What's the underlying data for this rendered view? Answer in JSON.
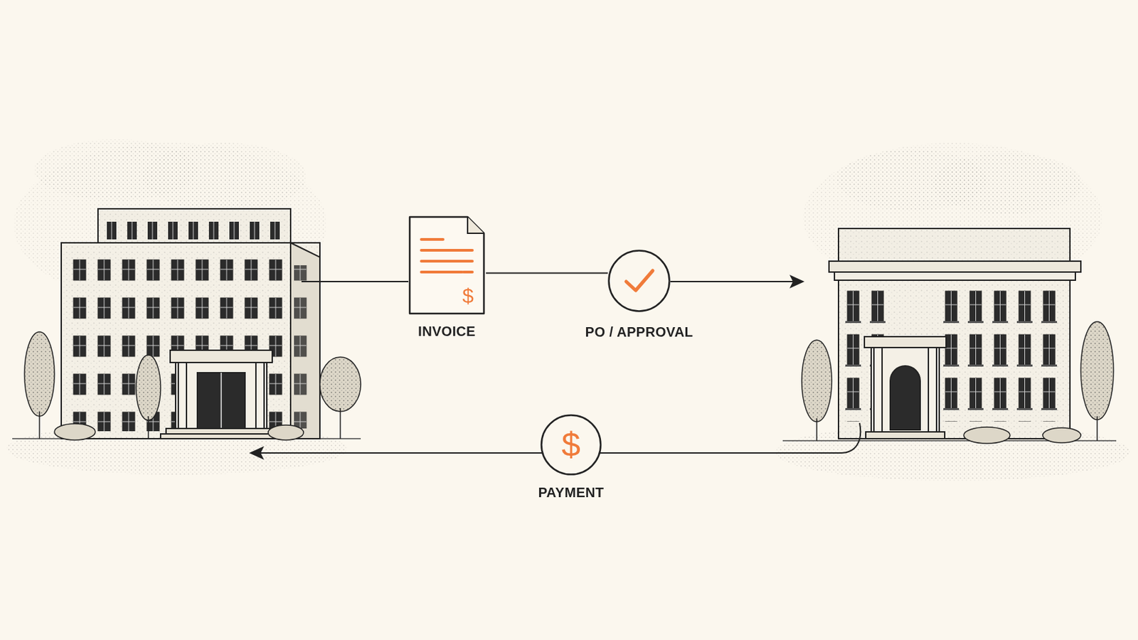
{
  "diagram": {
    "nodes": [
      {
        "text": [
          "$",
          "INVOICE"
        ]
      },
      {
        "text": [
          "PO / APPROVAL"
        ]
      },
      {
        "text": [
          "$",
          "PAYMENT"
        ]
      }
    ],
    "edges": [
      {
        "from": 0,
        "to": 1,
        "arrow": "none"
      }
    ]
  }
}
